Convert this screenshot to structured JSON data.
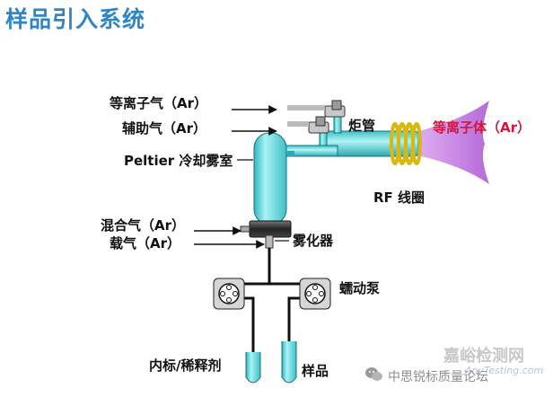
{
  "title": "样品引入系统",
  "labels": {
    "plasma_gas": "等离子气（Ar）",
    "auxiliary_gas": "辅助气（Ar）",
    "torch": "炬管",
    "plasma": "等离子体（Ar）",
    "spray_chamber": "Peltier 冷却雾室",
    "rf_coil": "RF 线圈",
    "makeup_gas": "混合气（Ar）",
    "carrier_gas": "载气（Ar）",
    "nebulizer": "雾化器",
    "peristaltic_pump": "蠕动泵",
    "internal_standard": "内标/稀释剂",
    "sample": "样品"
  },
  "watermark": {
    "site": "嘉峪检测网",
    "domain": "AnyTesting.com",
    "credit": "中思锐标质量论坛"
  },
  "colors": {
    "title": "#2f86c4",
    "plasma_label": "#d8143a",
    "glass": "#7fe0e4",
    "coil": "#e0c21a",
    "plasma_flame": "#c98ee8"
  }
}
